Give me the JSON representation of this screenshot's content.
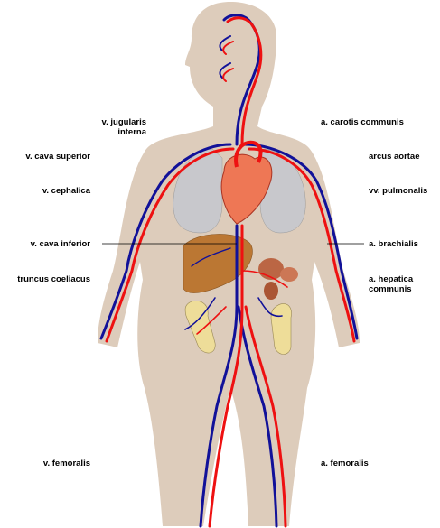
{
  "labels": {
    "jugularis": "v. jugularis interna",
    "cava_superior": "v. cava superior",
    "cephalica": "v. cephalica",
    "cava_inferior": "v. cava inferior",
    "truncus": "truncus coeliacus",
    "femoralis_v": "v. femoralis",
    "carotis": "a. carotis communis",
    "arcus": "arcus aortae",
    "pulmonalis": "vv. pulmonalis",
    "brachialis": "a. brachialis",
    "hepatica": "a. hepatica communis",
    "femoralis_a": "a. femoralis"
  },
  "colors": {
    "body": "#ddccbb",
    "artery": "#ee1111",
    "vein": "#111199",
    "heart": "#ee7755",
    "liver": "#bb7733",
    "lung": "#c8c8cc",
    "intestine": "#eedd99",
    "organ": "#bb6644"
  }
}
